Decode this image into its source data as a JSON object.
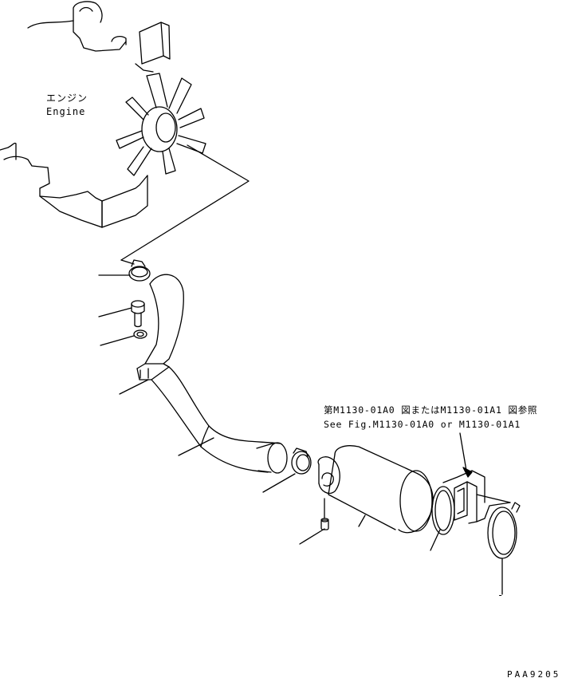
{
  "labels": {
    "engine_jp": "エンジン",
    "engine_en": "Engine",
    "reference_jp": "第M1130-01A0 図またはM1130-01A1 図参照",
    "reference_en": "See Fig.M1130-01A0 or M1130-01A1",
    "drawing_number": "PAA9205",
    "part_callout_dash": "-"
  }
}
